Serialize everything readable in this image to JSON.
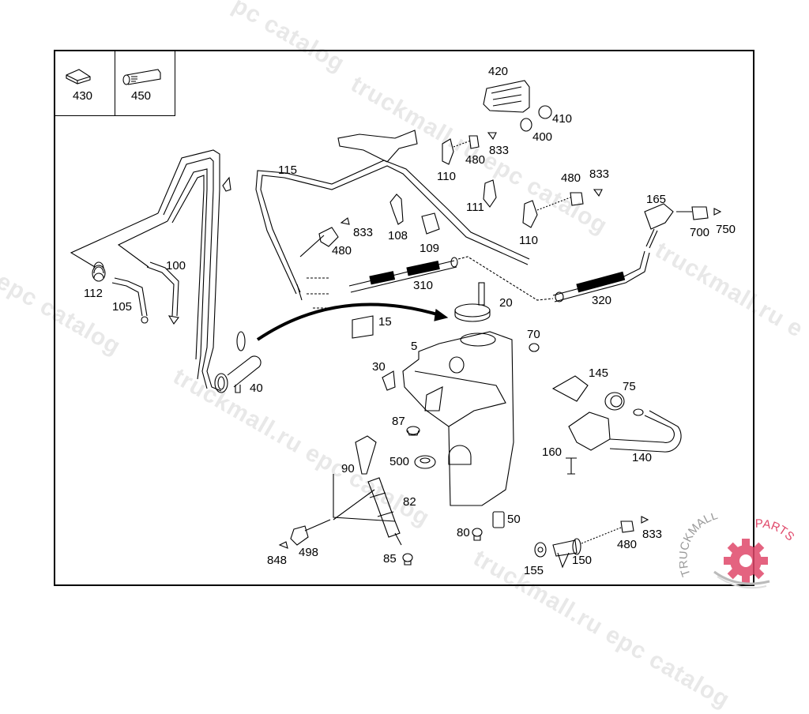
{
  "diagram": {
    "type": "exploded-parts-diagram",
    "subject": "Windshield washer system (reservoir, pump, hoses, nozzles)",
    "inset_boxes": [
      {
        "id": "inset-430",
        "label": "430",
        "icon": "pad-icon"
      },
      {
        "id": "inset-450",
        "label": "450",
        "icon": "tube-icon"
      }
    ],
    "callouts": [
      {
        "label": "420",
        "part": "nozzle-assembly"
      },
      {
        "label": "410",
        "part": "grommet"
      },
      {
        "label": "400",
        "part": "grommet"
      },
      {
        "label": "833",
        "part": "plug"
      },
      {
        "label": "480",
        "part": "connector"
      },
      {
        "label": "110",
        "part": "clip"
      },
      {
        "label": "115",
        "part": "hose"
      },
      {
        "label": "480",
        "part": "connector"
      },
      {
        "label": "833",
        "part": "plug"
      },
      {
        "label": "111",
        "part": "clip"
      },
      {
        "label": "110",
        "part": "clip"
      },
      {
        "label": "165",
        "part": "valve"
      },
      {
        "label": "700",
        "part": "connector"
      },
      {
        "label": "750",
        "part": "plug"
      },
      {
        "label": "833",
        "part": "plug"
      },
      {
        "label": "480",
        "part": "connector"
      },
      {
        "label": "108",
        "part": "clip"
      },
      {
        "label": "109",
        "part": "clip"
      },
      {
        "label": "100",
        "part": "hose"
      },
      {
        "label": "112",
        "part": "spring-clamp"
      },
      {
        "label": "105",
        "part": "hose"
      },
      {
        "label": "310",
        "part": "hose"
      },
      {
        "label": "320",
        "part": "hose"
      },
      {
        "label": "20",
        "part": "cap"
      },
      {
        "label": "15",
        "part": "label"
      },
      {
        "label": "40",
        "part": "connector"
      },
      {
        "label": "5",
        "part": "reservoir"
      },
      {
        "label": "70",
        "part": "grommet"
      },
      {
        "label": "30",
        "part": "bracket"
      },
      {
        "label": "145",
        "part": "cover"
      },
      {
        "label": "75",
        "part": "grommet"
      },
      {
        "label": "87",
        "part": "nut"
      },
      {
        "label": "160",
        "part": "rivet"
      },
      {
        "label": "140",
        "part": "filler-neck"
      },
      {
        "label": "500",
        "part": "grommet"
      },
      {
        "label": "90",
        "part": "sensor"
      },
      {
        "label": "82",
        "part": "pump"
      },
      {
        "label": "50",
        "part": "filter"
      },
      {
        "label": "80",
        "part": "screw"
      },
      {
        "label": "848",
        "part": "plug"
      },
      {
        "label": "498",
        "part": "connector"
      },
      {
        "label": "85",
        "part": "screw"
      },
      {
        "label": "155",
        "part": "grommet"
      },
      {
        "label": "150",
        "part": "nozzle"
      },
      {
        "label": "480",
        "part": "connector"
      },
      {
        "label": "833",
        "part": "plug"
      }
    ]
  },
  "watermarks": [
    "truckmall.ru epc catalog",
    "truckmall.ru epc catalog",
    "truckmall.ru epc catalog",
    "l epc catalog",
    "truckmall.ru e",
    "pc catalog"
  ],
  "brand": {
    "name_left": "TRUCKMALL",
    "name_right": "PARTS",
    "accent": "#e0486a",
    "gray": "#9a9a9a"
  }
}
